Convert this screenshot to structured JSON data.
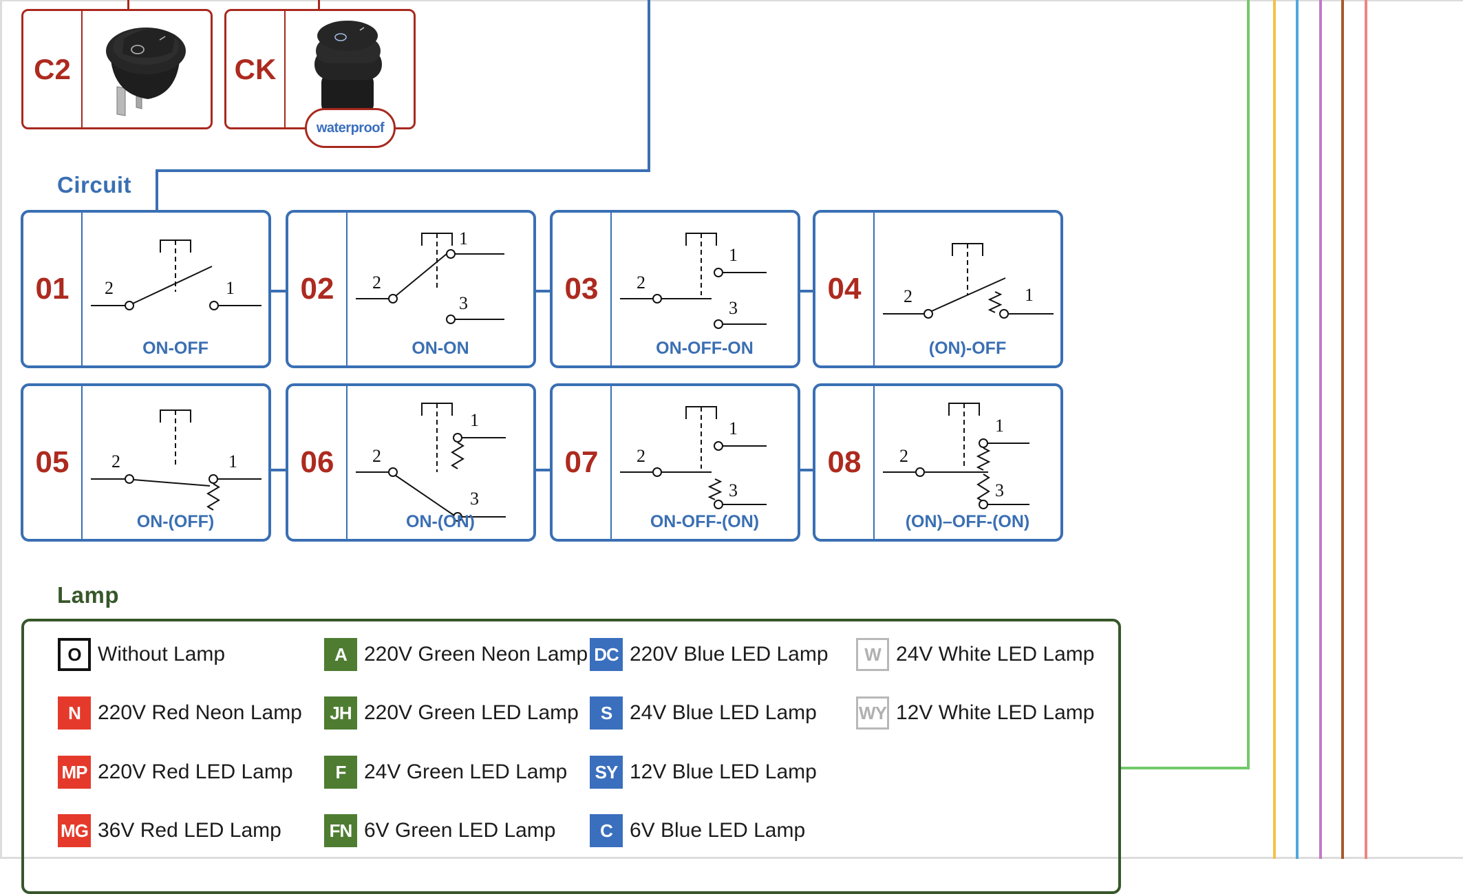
{
  "products": [
    {
      "code": "C2",
      "image": "round-rocker-switch",
      "badge": null
    },
    {
      "code": "CK",
      "image": "waterproof-round-rocker-switch",
      "badge": "waterproof"
    }
  ],
  "circuit": {
    "title": "Circuit",
    "items": [
      {
        "num": "01",
        "label": "ON-OFF",
        "type": "spst"
      },
      {
        "num": "02",
        "label": "ON-ON",
        "type": "spdt"
      },
      {
        "num": "03",
        "label": "ON-OFF-ON",
        "type": "spdt-center-off"
      },
      {
        "num": "04",
        "label": "(ON)-OFF",
        "type": "spst-momentary-on"
      },
      {
        "num": "05",
        "label": "ON-(OFF)",
        "type": "spst-momentary-off"
      },
      {
        "num": "06",
        "label": "ON-(ON)",
        "type": "spdt-momentary"
      },
      {
        "num": "07",
        "label": "ON-OFF-(ON)",
        "type": "spdt-center-off-momentary-one"
      },
      {
        "num": "08",
        "label": "(ON)–OFF-(ON)",
        "type": "spdt-center-off-momentary-both"
      }
    ],
    "terminal_labels": {
      "t1": "1",
      "t2": "2",
      "t3": "3"
    }
  },
  "lamp": {
    "title": "Lamp",
    "columns": [
      [
        {
          "code": "O",
          "label": "Without Lamp",
          "style": "outline"
        },
        {
          "code": "N",
          "label": "220V Red Neon Lamp",
          "style": "red"
        },
        {
          "code": "MP",
          "label": "220V Red LED Lamp",
          "style": "red"
        },
        {
          "code": "MG",
          "label": "36V Red LED Lamp",
          "style": "red"
        }
      ],
      [
        {
          "code": "A",
          "label": "220V Green Neon Lamp",
          "style": "green"
        },
        {
          "code": "JH",
          "label": "220V Green LED Lamp",
          "style": "green"
        },
        {
          "code": "F",
          "label": "24V Green LED Lamp",
          "style": "green"
        },
        {
          "code": "FN",
          "label": "6V Green LED Lamp",
          "style": "green"
        }
      ],
      [
        {
          "code": "DC",
          "label": "220V Blue LED Lamp",
          "style": "blue"
        },
        {
          "code": "S",
          "label": "24V Blue LED Lamp",
          "style": "blue"
        },
        {
          "code": "SY",
          "label": "12V Blue LED Lamp",
          "style": "blue"
        },
        {
          "code": "C",
          "label": "6V Blue LED Lamp",
          "style": "blue"
        }
      ],
      [
        {
          "code": "W",
          "label": "24V White LED Lamp",
          "style": "white"
        },
        {
          "code": "WY",
          "label": "12V White LED Lamp",
          "style": "white"
        }
      ]
    ]
  },
  "colors": {
    "product_red": "#a8281e",
    "circuit_blue": "#3a6fb3",
    "lamp_green_dark": "#37572a",
    "badge_red": "#e53a2b",
    "badge_green": "#4e7d32",
    "badge_blue": "#3a6fbe",
    "wires": [
      "#72c96a",
      "#f1c24a",
      "#4fa8dd",
      "#c07bc4",
      "#a65a2b",
      "#e98882"
    ]
  }
}
